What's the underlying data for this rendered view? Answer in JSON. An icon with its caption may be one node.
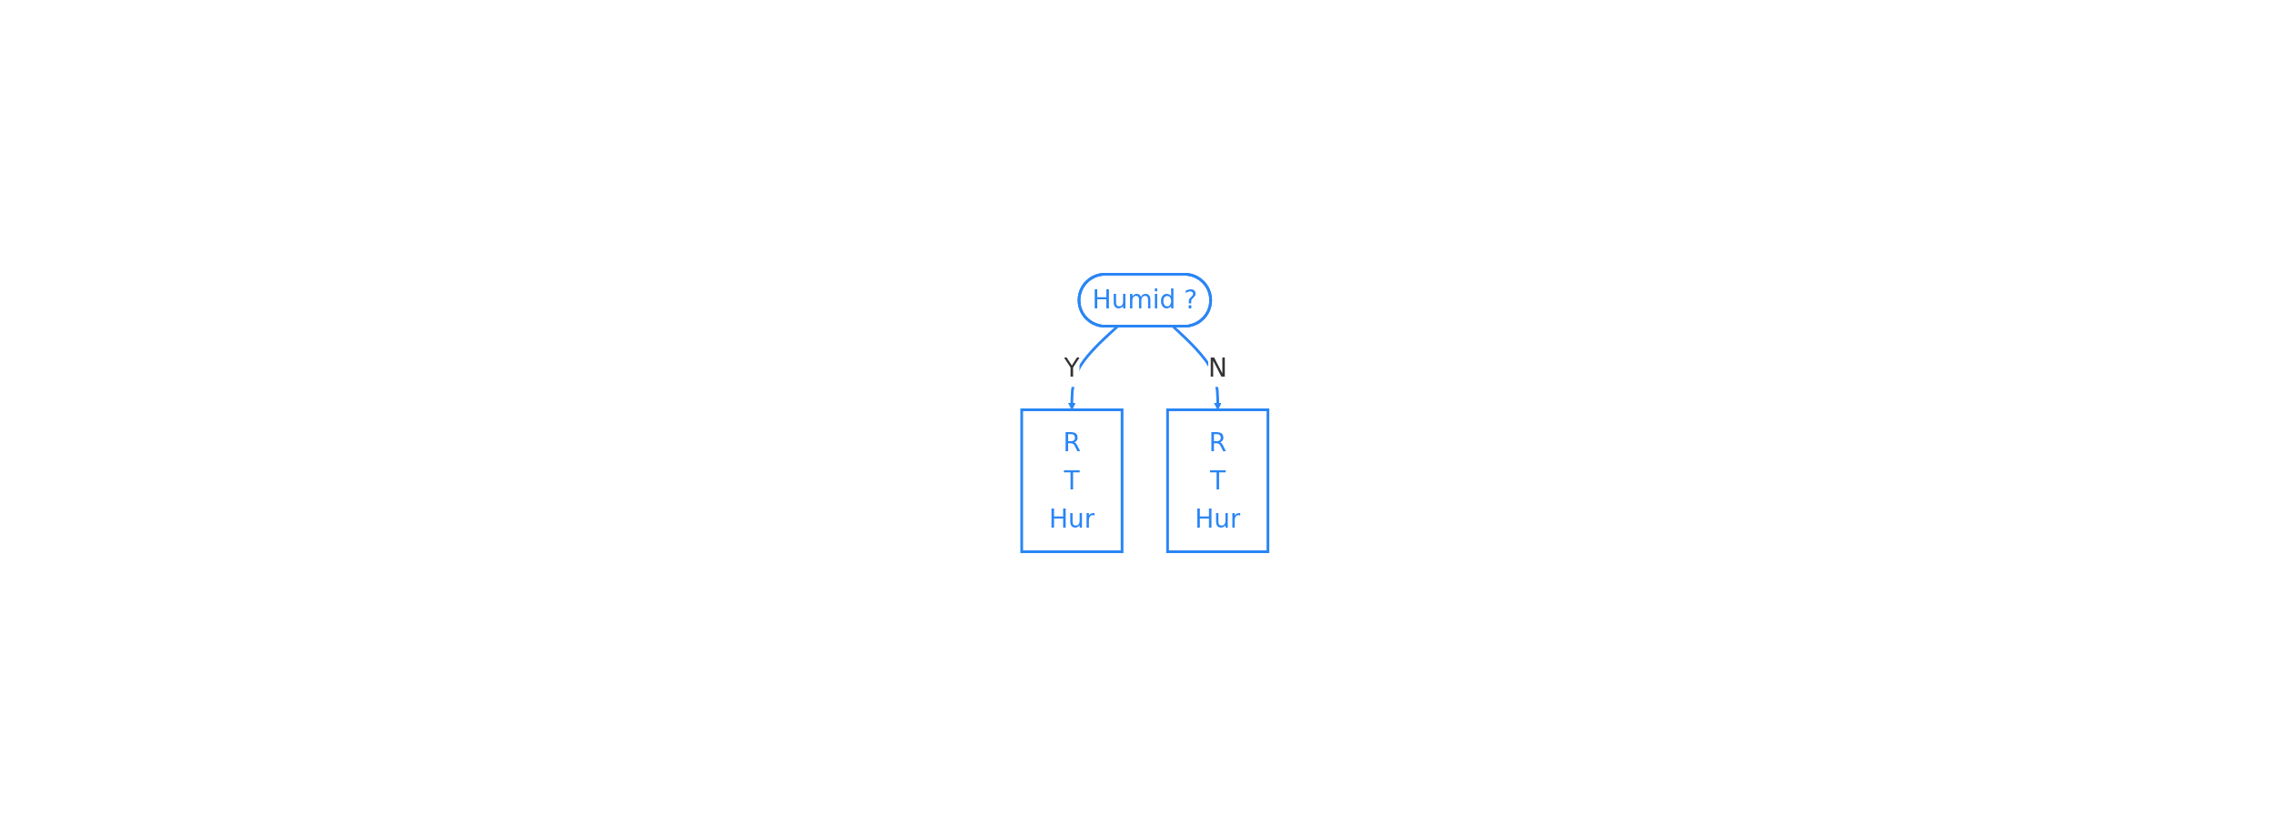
{
  "diagram": {
    "nodes": [
      {
        "text": [
          "Humid ?"
        ]
      },
      {
        "text": [
          "R",
          "T",
          "Hur"
        ]
      },
      {
        "text": [
          "R",
          "T",
          "Hur"
        ]
      }
    ],
    "edges": [
      {
        "from": 0,
        "to": 1,
        "label": "Y",
        "arrow": "to"
      },
      {
        "from": 0,
        "to": 2,
        "label": "N",
        "arrow": "to"
      }
    ]
  }
}
